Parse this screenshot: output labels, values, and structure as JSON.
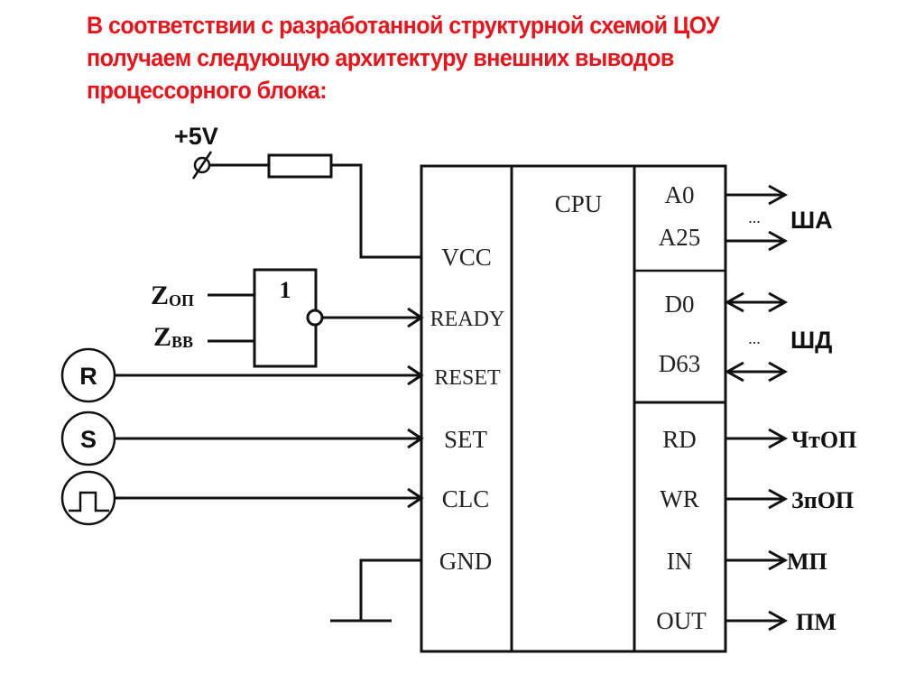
{
  "title": {
    "lines": [
      "В соответствии с разработанной структурной схемой ЦОУ",
      "получаем следующую архитектуру внешних выводов",
      "процессорного блока:"
    ],
    "color": "#e8141b"
  },
  "power": {
    "label": "+5V",
    "terminal_symbol": "⌀"
  },
  "gate": {
    "label": "1",
    "inputs": [
      {
        "main": "Z",
        "sub": "ОП"
      },
      {
        "main": "Z",
        "sub": "ВВ"
      }
    ]
  },
  "sources": {
    "reset": "R",
    "set": "S",
    "clock_icon": "pulse-generator"
  },
  "cpu": {
    "label": "CPU",
    "left_pins": [
      "VCC",
      "READY",
      "RESET",
      "SET",
      "CLC",
      "GND"
    ],
    "address_pins": {
      "first": "A0",
      "last": "A25",
      "ellipsis": "..."
    },
    "data_pins": {
      "first": "D0",
      "last": "D63",
      "ellipsis": "..."
    },
    "control_pins": [
      "RD",
      "WR",
      "IN",
      "OUT"
    ]
  },
  "buses": {
    "address": "ША",
    "data": "ШД"
  },
  "control_signals": [
    "ЧтОП",
    "ЗпОП",
    "МП",
    "ПМ"
  ]
}
